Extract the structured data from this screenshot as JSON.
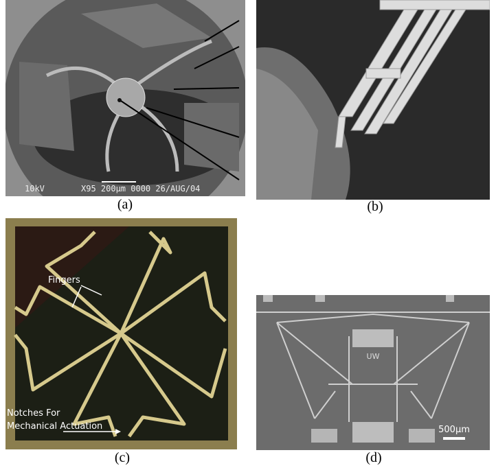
{
  "panels": {
    "a": {
      "caption": "(a)",
      "sem_voltage": "10kV",
      "sem_info": "X95 200µm 0000 26/AUG/04"
    },
    "b": {
      "caption": "(b)"
    },
    "c": {
      "caption": "(c)",
      "label_fingers": "Fingers",
      "label_notches_line1": "Notches For",
      "label_notches_line2": "Mechanical Actuation"
    },
    "d": {
      "caption": "(d)",
      "logo": "UW",
      "scale_bar": "500µm"
    }
  }
}
